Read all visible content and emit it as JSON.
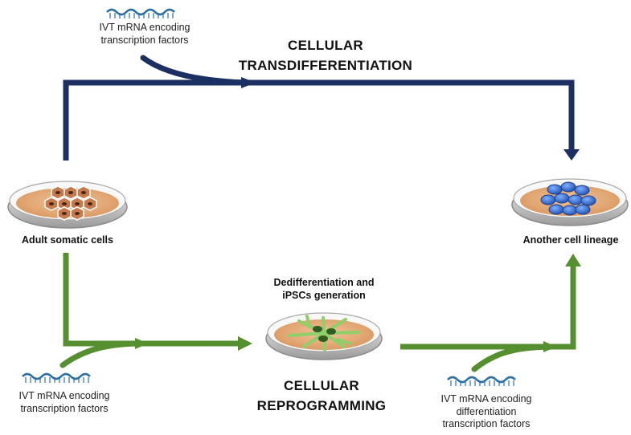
{
  "title_top": [
    "CELLULAR",
    "TRANSDIFFERENTIATION"
  ],
  "title_bottom": [
    "CELLULAR",
    "REPROGRAMMING"
  ],
  "dish_left_label": "Adult somatic cells",
  "dish_right_label": "Another cell lineage",
  "dish_middle_label": [
    "Dedifferentiation and",
    "iPSCs generation"
  ],
  "mrna_top": [
    "IVT mRNA encoding",
    "transcription factors"
  ],
  "mrna_bottom_left": [
    "IVT mRNA encoding",
    "transcription factors"
  ],
  "mrna_bottom_right": [
    "IVT mRNA encoding",
    "differentiation",
    "transcription factors"
  ],
  "colors": {
    "navy_arrow": "#1b2f63",
    "green_arrow": "#568f2f",
    "dish_medium": "#e6b07f",
    "somatic_cell": "#c47a4c",
    "lineage_cell": "#3a6fd0",
    "ipsc_cell": "#8ecf6a",
    "mrna_strand": "#2d6ea3"
  }
}
